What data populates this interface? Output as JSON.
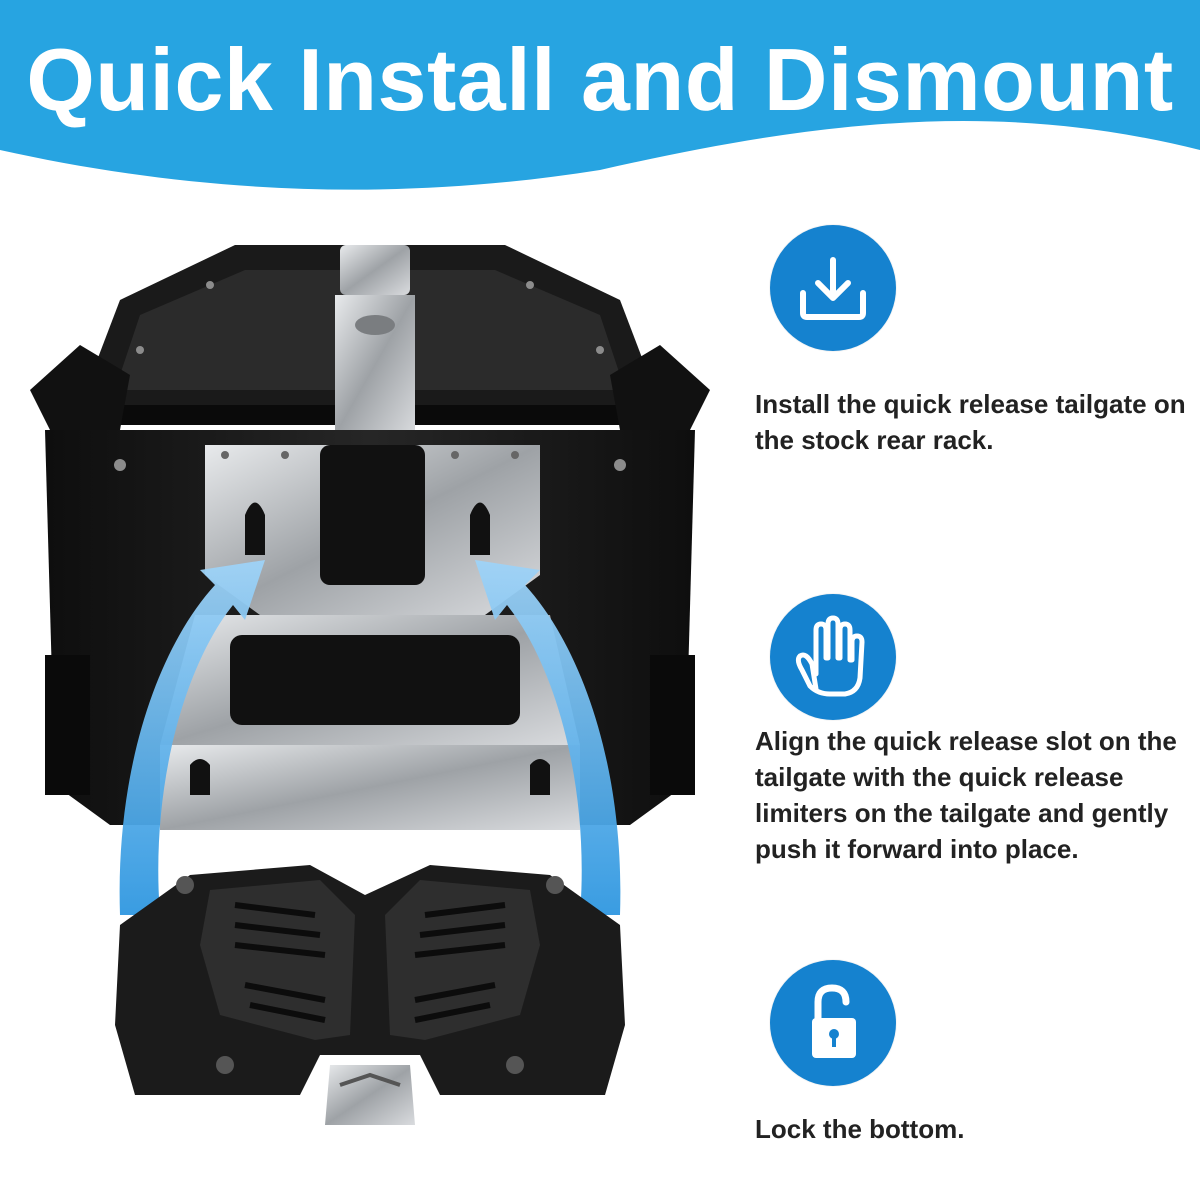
{
  "header": {
    "title": "Quick Install and Dismount",
    "background_color": "#27a4e1"
  },
  "product_image": {
    "description_icon": "motorcycle-top-case-with-mounting-plate"
  },
  "steps": [
    {
      "icon": "download-tray-icon",
      "text": "Install the quick release tailgate on the stock rear rack."
    },
    {
      "icon": "raised-hand-icon",
      "text": "Align the quick release slot on the tailgate with the quick release limiters on the tailgate and gently push it forward into place."
    },
    {
      "icon": "unlocked-padlock-icon",
      "text": "Lock the bottom."
    }
  ],
  "colors": {
    "icon_circle": "#1582cf",
    "arrow": "#5fb7ef",
    "case_body": "#1c1c1c",
    "metal": "#c9ccd0"
  }
}
